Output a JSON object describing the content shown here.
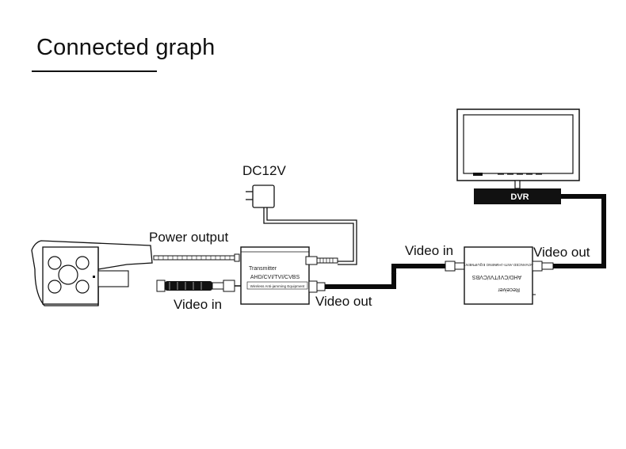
{
  "title": "Connected graph",
  "labels": {
    "dc12v": "DC12V",
    "power_output": "Power output",
    "video_in_camera": "Video in",
    "video_out_transmitter": "Video out",
    "video_in_receiver": "Video in",
    "video_out_receiver": "Video out"
  },
  "transmitter": {
    "name": "Transmitter",
    "formats": "AHD/CVI/TVI/CVBS",
    "subtitle": "Wireless Anti-jamming Equipment"
  },
  "receiver": {
    "name": "Receiver",
    "formats": "AHD/CVI/TVI/CVBS",
    "subtitle": "ADVANCED ANTI-JAMMING EQUIPMENT"
  },
  "dvr": {
    "label": "DVR"
  },
  "colors": {
    "line": "#111111",
    "cable": "#0a0a0a",
    "background": "#ffffff"
  }
}
